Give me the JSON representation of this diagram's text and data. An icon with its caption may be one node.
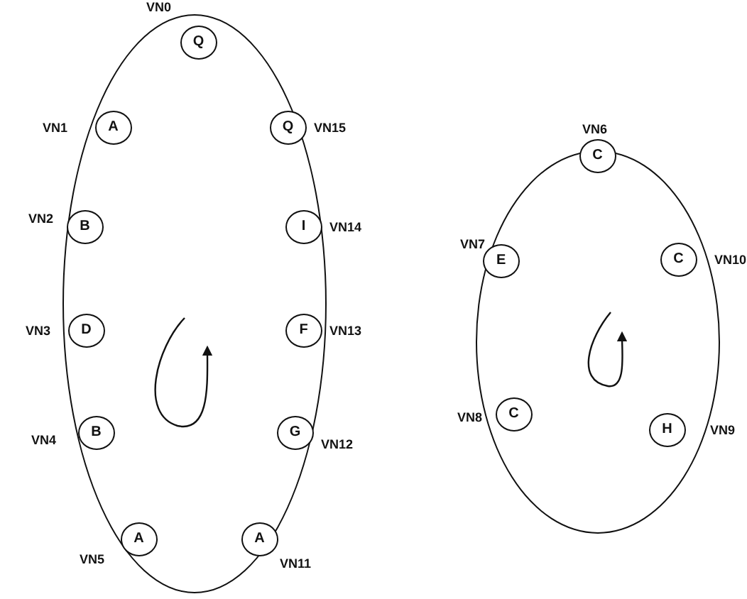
{
  "diagram": {
    "nodes": [
      {
        "text": [],
        "shape": "ellipse"
      },
      {
        "text": [
          "Q"
        ],
        "in": 0
      },
      {
        "text": [
          "A"
        ],
        "in": 0
      },
      {
        "text": [
          "Q"
        ],
        "in": 0
      },
      {
        "text": [
          "B"
        ],
        "in": 0
      },
      {
        "text": [
          "I"
        ],
        "in": 0
      },
      {
        "text": [
          "D"
        ],
        "in": 0
      },
      {
        "text": [
          "F"
        ],
        "in": 0
      },
      {
        "text": [
          "B"
        ],
        "in": 0
      },
      {
        "text": [
          "G"
        ],
        "in": 0
      },
      {
        "text": [
          "A"
        ],
        "in": 0
      },
      {
        "text": [
          "A"
        ],
        "in": 0
      },
      {
        "text": [],
        "shape": "ellipse"
      },
      {
        "text": [
          "C"
        ],
        "in": 12
      },
      {
        "text": [
          "E"
        ],
        "in": 12
      },
      {
        "text": [
          "C"
        ],
        "in": 12
      },
      {
        "text": [
          "C"
        ],
        "in": 12
      },
      {
        "text": [
          "H"
        ],
        "in": 12
      }
    ],
    "labels": [
      "VN0",
      "VN1",
      "VN15",
      "VN6",
      "VN2",
      "VN14",
      "VN7",
      "VN10",
      "VN3",
      "VN13",
      "VN8",
      "VN9",
      "VN4",
      "VN12",
      "VN5",
      "VN11"
    ]
  }
}
